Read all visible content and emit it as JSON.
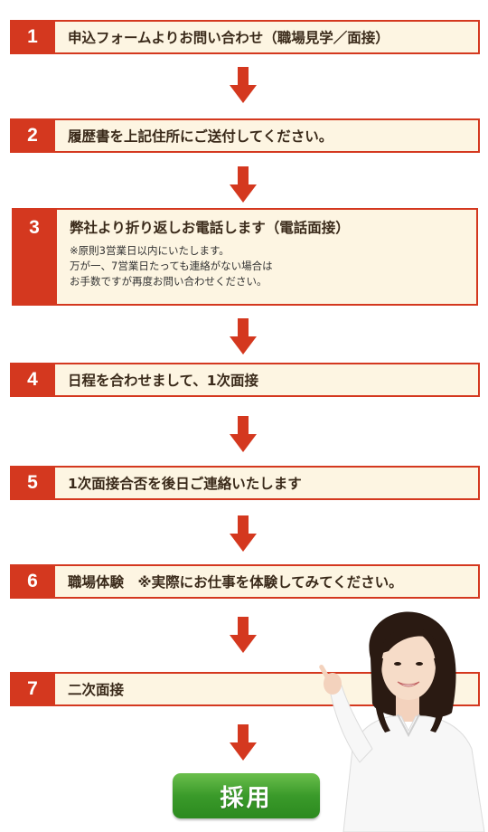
{
  "steps": [
    {
      "num": "1",
      "text": "申込フォームよりお問い合わせ（職場見学／面接）"
    },
    {
      "num": "2",
      "text": "履歴書を上記住所にご送付してください。"
    },
    {
      "num": "3",
      "text": "弊社より折り返しお電話します（電話面接）",
      "notes": [
        "※原則3営業日以内にいたします。",
        "万が一、7営業日たっても連絡がない場合は",
        "お手数ですが再度お問い合わせください。"
      ]
    },
    {
      "num": "4",
      "text": "日程を合わせまして、1次面接"
    },
    {
      "num": "5",
      "text": "1次面接合否を後日ご連絡いたします"
    },
    {
      "num": "6",
      "text": "職場体験　※実際にお仕事を体験してみてください。"
    },
    {
      "num": "7",
      "text": "二次面接"
    }
  ],
  "final_label": "採用",
  "colors": {
    "accent": "#d4381f",
    "box_bg": "#fdf5e2",
    "final_green": "#3a9a2a"
  },
  "icons": [
    "down-arrow-icon"
  ]
}
